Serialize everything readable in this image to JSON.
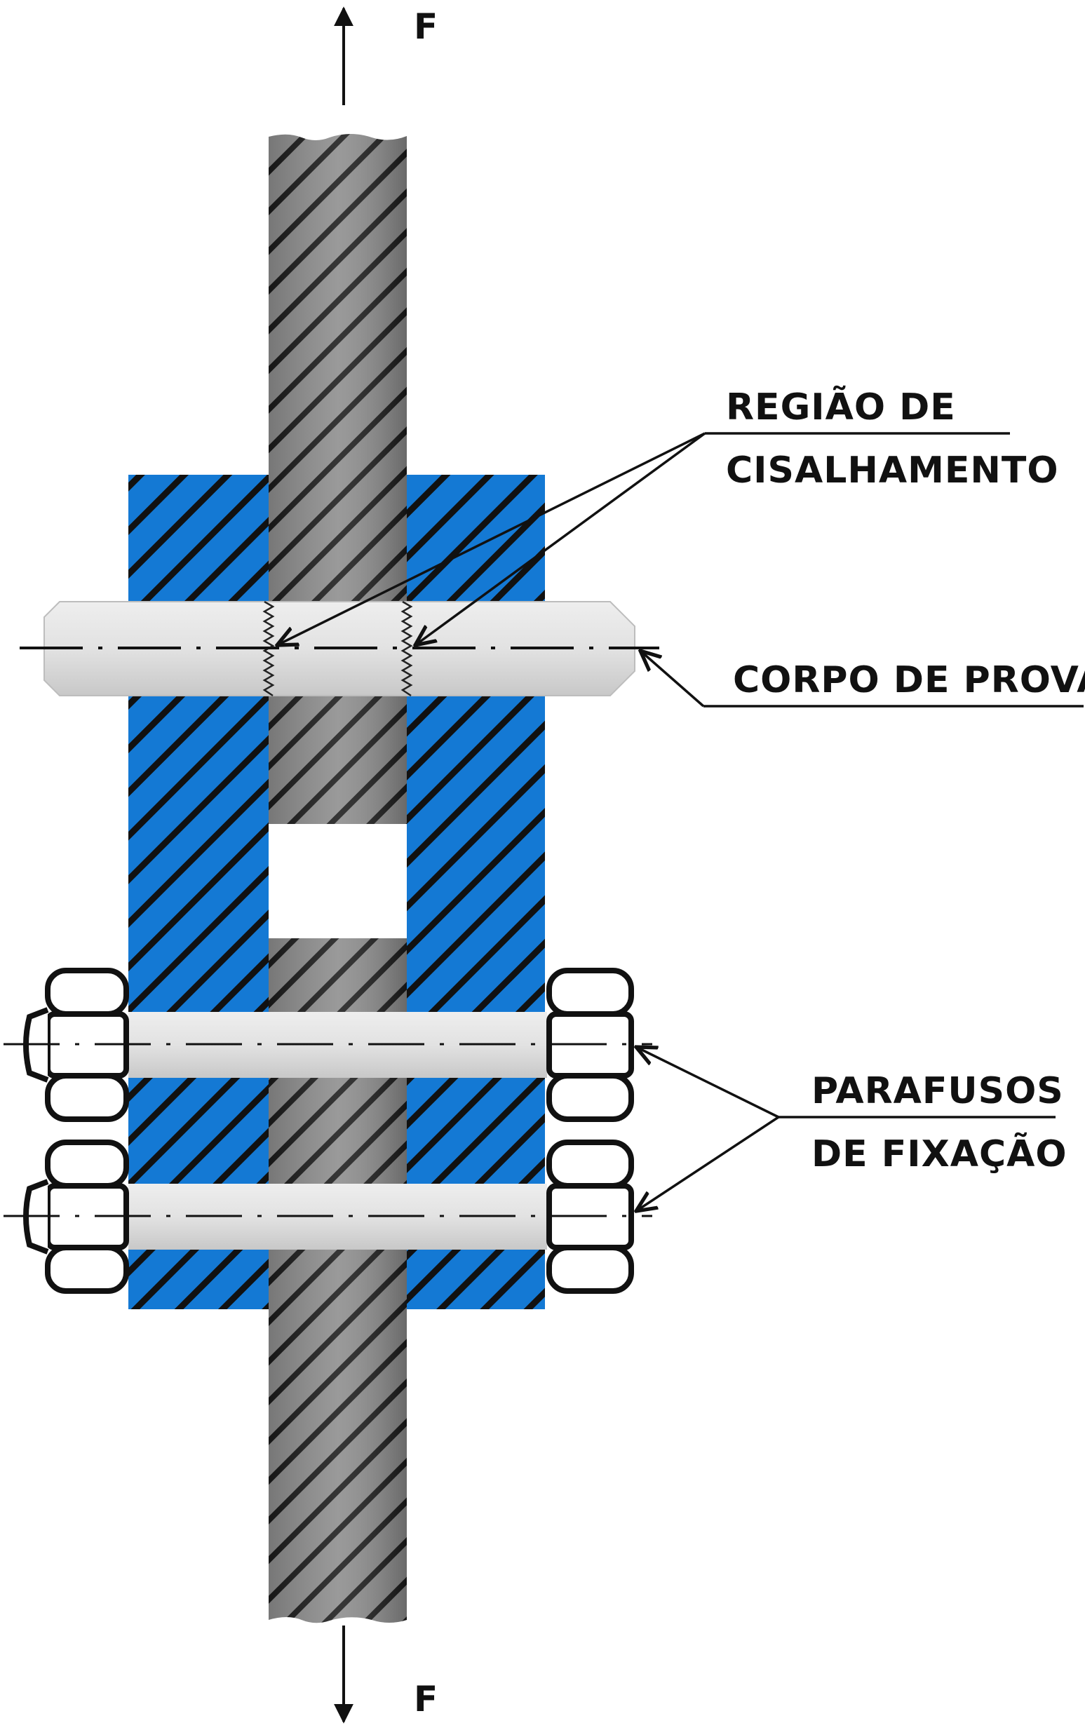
{
  "force_top": "F",
  "force_bottom": "F",
  "labels": {
    "shear_region_line1": "REGIÃO DE",
    "shear_region_line2": "CISALHAMENTO",
    "specimen": "CORPO DE PROVA",
    "bolts_line1": "PARAFUSOS",
    "bolts_line2": "DE FIXAÇÃO"
  },
  "colors": {
    "clevis_blue": "#1479d4",
    "bar_gray": "#8a8a8a",
    "pin_light": "#d9d9d9",
    "hatch": "#111111"
  }
}
